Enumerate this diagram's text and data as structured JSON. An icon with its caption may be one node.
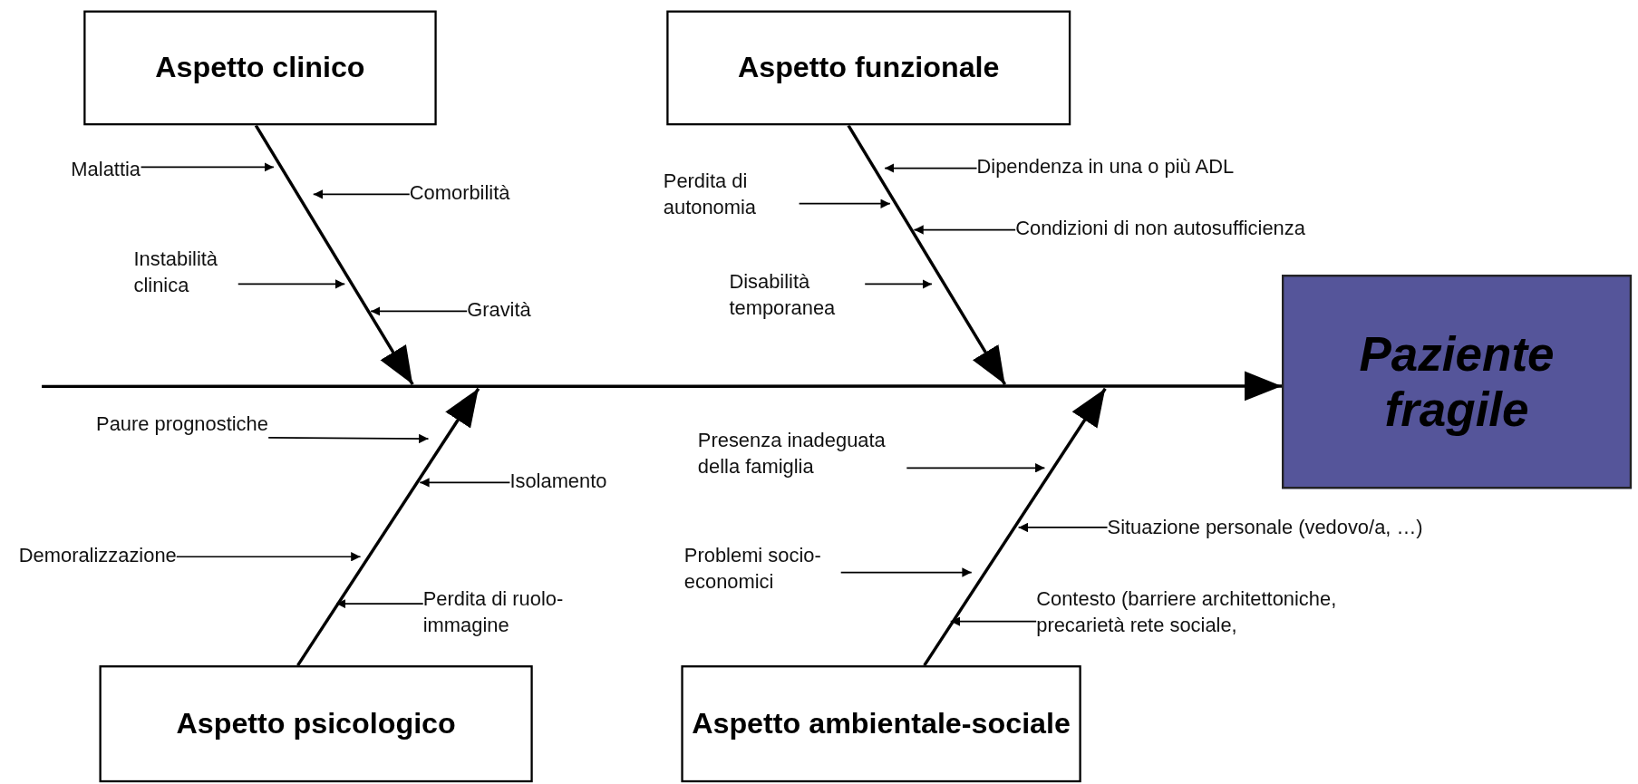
{
  "diagram": {
    "nodes": [
      {
        "text": [
          "Aspetto clinico"
        ]
      },
      {
        "text": [
          "Aspetto funzionale"
        ]
      },
      {
        "text": [
          "Malattia"
        ]
      },
      {
        "text": [
          "Comorbilità"
        ]
      },
      {
        "text": [
          "Instabilità clinica"
        ]
      },
      {
        "text": [
          "Gravità"
        ]
      },
      {
        "text": [
          "Dipendenza in una o più ADL"
        ]
      },
      {
        "text": [
          "Perdita di autonomia"
        ]
      },
      {
        "text": [
          "Condizioni di non autosufficienza"
        ]
      },
      {
        "text": [
          "Disabilità temporanea"
        ]
      },
      {
        "text": [
          "Paziente fragile"
        ]
      },
      {
        "text": [
          "Paure prognostiche"
        ]
      },
      {
        "text": [
          "Isolamento"
        ]
      },
      {
        "text": [
          "Demoralizzazione"
        ]
      },
      {
        "text": [
          "Perdita di ruolo-immagine"
        ]
      },
      {
        "text": [
          "Presenza inadeguata della famiglia"
        ]
      },
      {
        "text": [
          "Situazione personale (vedovo/a, …)"
        ]
      },
      {
        "text": [
          "Problemi socio-economici"
        ]
      },
      {
        "text": [
          "Contesto (barriere architettoniche, precarietà rete sociale,"
        ]
      },
      {
        "text": [
          "Aspetto psicologico"
        ]
      },
      {
        "text": [
          "Aspetto ambientale-sociale"
        ]
      }
    ],
    "edges": [
      {
        "from": 0,
        "to": null,
        "arrow": "to"
      },
      {
        "from": 1,
        "to": null,
        "arrow": "to"
      },
      {
        "from": 19,
        "to": null,
        "arrow": "to"
      },
      {
        "from": 20,
        "to": null,
        "arrow": "to"
      },
      {
        "from": null,
        "to": 10,
        "arrow": "to"
      },
      {
        "from": 2,
        "to": null,
        "arrow": "to"
      },
      {
        "from": 3,
        "to": null,
        "arrow": "to"
      },
      {
        "from": 4,
        "to": null,
        "arrow": "to"
      },
      {
        "from": 5,
        "to": null,
        "arrow": "to"
      },
      {
        "from": 6,
        "to": null,
        "arrow": "to"
      },
      {
        "from": 7,
        "to": null,
        "arrow": "to"
      },
      {
        "from": 8,
        "to": null,
        "arrow": "to"
      },
      {
        "from": 9,
        "to": null,
        "arrow": "to"
      },
      {
        "from": 11,
        "to": null,
        "arrow": "to"
      },
      {
        "from": 12,
        "to": null,
        "arrow": "to"
      },
      {
        "from": 13,
        "to": null,
        "arrow": "to"
      },
      {
        "from": 14,
        "to": null,
        "arrow": "to"
      },
      {
        "from": 15,
        "to": null,
        "arrow": "to"
      },
      {
        "from": 16,
        "to": null,
        "arrow": "to"
      },
      {
        "from": 17,
        "to": null,
        "arrow": "to"
      },
      {
        "from": 18,
        "to": null,
        "arrow": "to"
      }
    ]
  }
}
